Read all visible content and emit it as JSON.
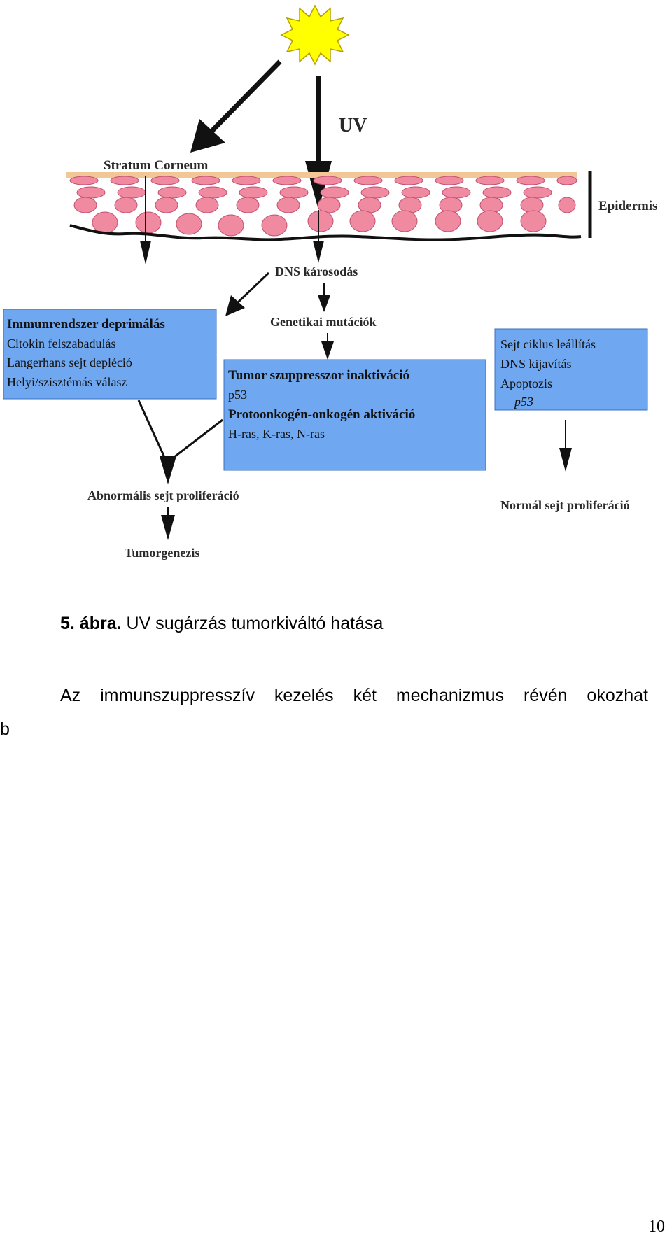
{
  "diagram": {
    "uv_label": "UV",
    "stratum_corneum_label": "Stratum Corneum",
    "epidermis_label": "Epidermis",
    "dns_damage_label": "DNS károsodás",
    "genetic_mutations_label": "Genetikai mutációk",
    "immune_box": {
      "title": "Immunrendszer deprimálás",
      "lines": [
        "Citokin felszabadulás",
        "Langerhans sejt depléció",
        "Helyi/szisztémás válasz"
      ]
    },
    "tumor_box": {
      "line1": "Tumor szuppresszor inaktiváció",
      "line2": "p53",
      "line3": "Protoonkogén-onkogén aktiváció",
      "line4": "H-ras, K-ras, N-ras"
    },
    "cellcycle_box": {
      "lines": [
        "Sejt ciklus leállítás",
        "DNS kijavítás",
        "Apoptozis"
      ],
      "p53": "p53"
    },
    "abnormal_label": "Abnormális sejt proliferáció",
    "tumorgenesis_label": "Tumorgenezis",
    "normal_label": "Normál sejt proliferáció",
    "colors": {
      "sun": "#ffff00",
      "box_fill": "#6fa8f0",
      "cell_fill": "#f08aa0",
      "corneum": "#f2c796"
    }
  },
  "caption": {
    "number": "5. ábra.",
    "text": "UV sugárzás tumorkiváltó hatása"
  },
  "body": {
    "line1": "Az immunszuppresszív kezelés két mechanizmus révén okozhat"
  },
  "margin_char": "b",
  "page_number": "10"
}
